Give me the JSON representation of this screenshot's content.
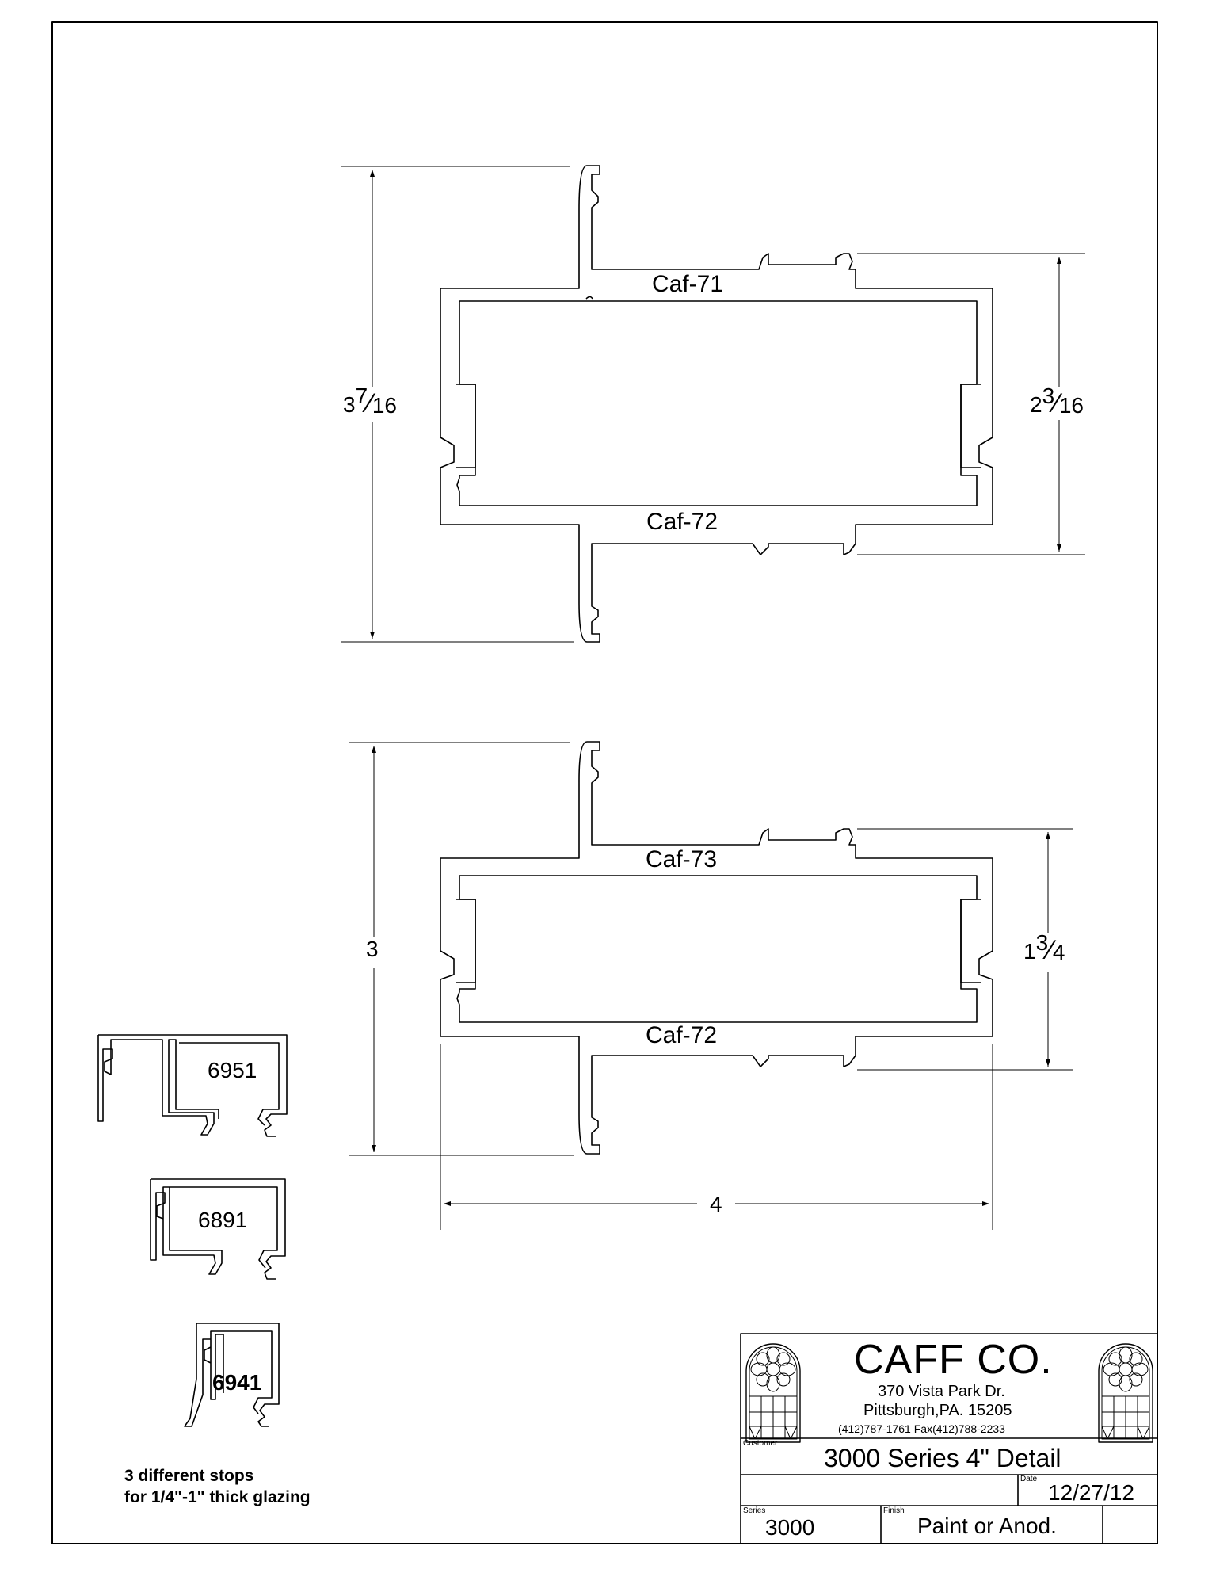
{
  "drawing": {
    "profiles": [
      {
        "part_top": "Caf-71",
        "part_bottom": "Caf-72",
        "overall_height": {
          "whole": "3",
          "num": "7",
          "den": "16"
        },
        "inner_height": {
          "whole": "2",
          "num": "3",
          "den": "16"
        }
      },
      {
        "part_top": "Caf-73",
        "part_bottom": "Caf-72",
        "overall_height": {
          "whole": "3"
        },
        "inner_height": {
          "whole": "1",
          "num": "3",
          "den": "4"
        },
        "width": "4"
      }
    ],
    "stops": [
      "6951",
      "6891",
      "6941"
    ],
    "stops_note_line1": "3 different stops",
    "stops_note_line2": "for 1/4\"-1\" thick glazing"
  },
  "title_block": {
    "company": "CAFF CO.",
    "address1": "370 Vista Park Dr.",
    "address2": "Pittsburgh,PA. 15205",
    "phone": "(412)787-1761   Fax(412)788-2233",
    "customer_label": "Customer",
    "title": "3000 Series 4\" Detail",
    "date_label": "Date",
    "date": "12/27/12",
    "series_label": "Series",
    "series": "3000",
    "finish_label": "Finish",
    "finish": "Paint or Anod."
  }
}
